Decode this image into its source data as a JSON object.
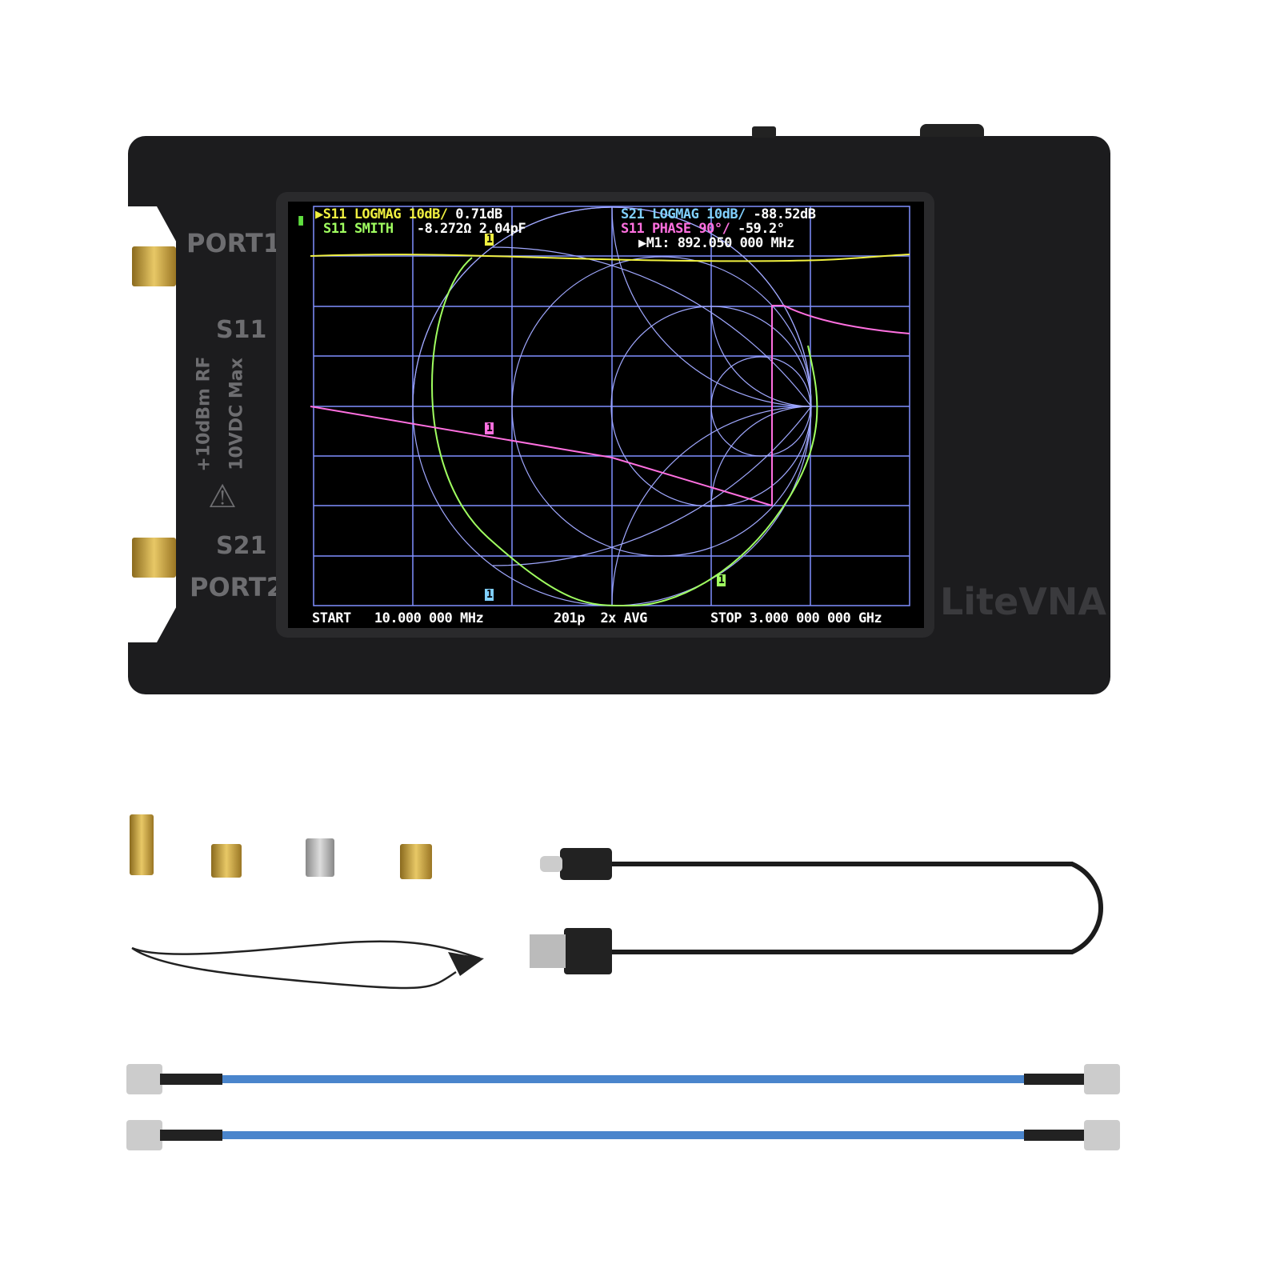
{
  "device": {
    "brand": "LiteVNA",
    "port1": "PORT1",
    "port2": "PORT2",
    "s11": "S11",
    "s21": "S21",
    "rating1": "+10dBm RF",
    "rating2": "10VDC Max"
  },
  "screen": {
    "trace1": "S11 LOGMAG",
    "trace1_scale": "10dB/",
    "trace1_value": "0.71dB",
    "trace2": "S11 SMITH",
    "trace2_value": "-8.272Ω 2.04pF",
    "trace3": "S21 LOGMAG",
    "trace3_scale": "10dB/",
    "trace3_value": "-88.52dB",
    "trace4": "S11 PHASE",
    "trace4_scale": "90°/",
    "trace4_value": "-59.2°",
    "marker": "M1: 892.050 000 MHz",
    "start": "START",
    "start_value": "10.000 000 MHz",
    "points": "201p",
    "avg": "2x AVG",
    "stop": "STOP 3.000 000 000 GHz",
    "marker_label": "1",
    "colors": {
      "s11_logmag": "#f0f040",
      "smith": "#a0ff60",
      "s21": "#80d0ff",
      "phase": "#ff70e0",
      "grid": "#8090ff"
    }
  }
}
